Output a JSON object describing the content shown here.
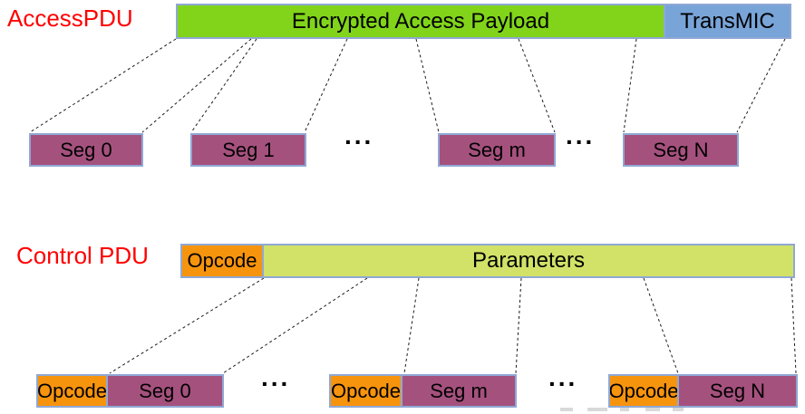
{
  "access_pdu": {
    "title": "AccessPDU",
    "payload_label": "Encrypted Access Payload",
    "transmic_label": "TransMIC",
    "segments": [
      "Seg 0",
      "Seg 1",
      "Seg m",
      "Seg N"
    ],
    "ellipsis": "..."
  },
  "control_pdu": {
    "title": "Control PDU",
    "opcode_label": "Opcode",
    "parameters_label": "Parameters",
    "segments": [
      {
        "opcode": "Opcode",
        "seg": "Seg 0"
      },
      {
        "opcode": "Opcode",
        "seg": "Seg m"
      },
      {
        "opcode": "Opcode",
        "seg": "Seg N"
      }
    ],
    "ellipsis": "..."
  },
  "colors": {
    "payload_green": "#81d41a",
    "transmic_blue": "#78a4d8",
    "segment_purple": "#a5517e",
    "opcode_orange": "#f7940d",
    "parameters_lime": "#d2e268",
    "heading_red": "#ff0000",
    "box_border": "#8fa8d4"
  }
}
